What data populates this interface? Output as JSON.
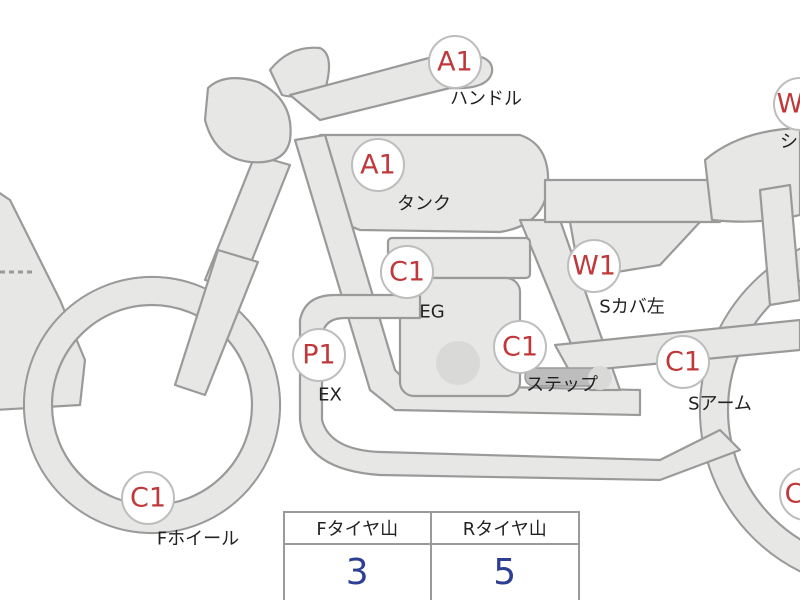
{
  "inspection_points": [
    {
      "id": "handle",
      "code": "A1",
      "label": "ハンドル"
    },
    {
      "id": "tank",
      "code": "A1",
      "label": "タンク"
    },
    {
      "id": "engine",
      "code": "C1",
      "label": "EG"
    },
    {
      "id": "exhaust",
      "code": "P1",
      "label": "EX"
    },
    {
      "id": "step",
      "code": "C1",
      "label": "ステップ"
    },
    {
      "id": "side-cover-left",
      "code": "W1",
      "label": "Sカバ左"
    },
    {
      "id": "swing-arm",
      "code": "C1",
      "label": "Sアーム"
    },
    {
      "id": "front-wheel",
      "code": "C1",
      "label": "Fホイール"
    },
    {
      "id": "seat-partial",
      "code": "W",
      "label": "シ"
    },
    {
      "id": "rear-wheel-partial",
      "code": "C",
      "label": ""
    }
  ],
  "tread_table": {
    "headers": [
      "Fタイヤ山",
      "Rタイヤ山"
    ],
    "values": [
      "3",
      "5"
    ]
  }
}
